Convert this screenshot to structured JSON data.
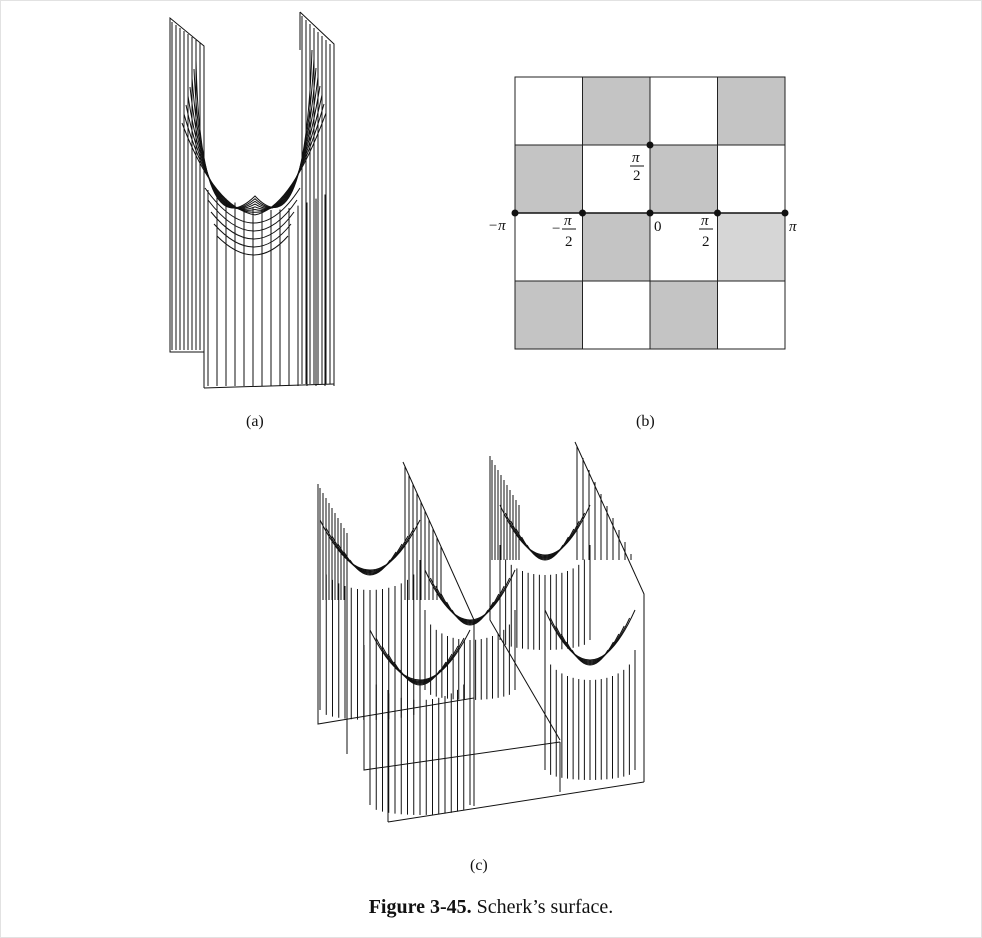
{
  "figure": {
    "number_label": "Figure 3-45.",
    "caption_text": "Scherk’s surface."
  },
  "panels": {
    "a": {
      "label": "(a)"
    },
    "b": {
      "label": "(b)",
      "axis_labels": {
        "neg_pi": "−π",
        "pi_num": "π",
        "two": "2",
        "minus": "−",
        "zero": "0",
        "pi": "π"
      },
      "shading": [
        [
          "white",
          "gray",
          "white",
          "gray"
        ],
        [
          "gray",
          "white",
          "gray",
          "white"
        ],
        [
          "white",
          "gray",
          "white",
          "lightgray"
        ],
        [
          "gray",
          "white",
          "gray",
          "white"
        ]
      ],
      "colors": {
        "gray": "#c4c4c4",
        "lightgray": "#d6d6d6",
        "white": "#ffffff"
      }
    },
    "c": {
      "label": "(c)"
    }
  }
}
